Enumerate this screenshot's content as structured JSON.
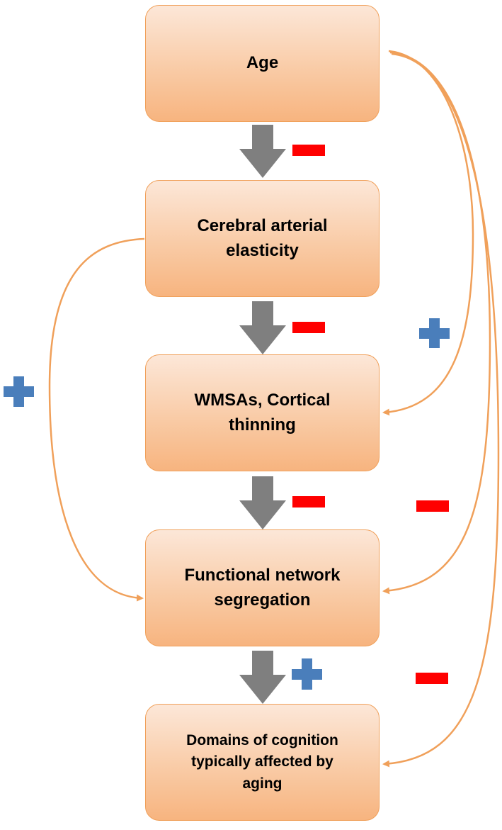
{
  "nodes": [
    {
      "id": "age",
      "label": "Age"
    },
    {
      "id": "elasticity",
      "label": "Cerebral arterial\nelasticity"
    },
    {
      "id": "wmsas",
      "label": "WMSAs, Cortical\nthinning"
    },
    {
      "id": "segregation",
      "label": "Functional network\nsegregation"
    },
    {
      "id": "cognition",
      "label": "Domains of cognition\ntypically affected by\naging"
    }
  ],
  "edges": [
    {
      "from": "age",
      "to": "elasticity",
      "sign": "negative",
      "style": "gray-block-arrow"
    },
    {
      "from": "elasticity",
      "to": "wmsas",
      "sign": "negative",
      "style": "gray-block-arrow"
    },
    {
      "from": "wmsas",
      "to": "segregation",
      "sign": "negative",
      "style": "gray-block-arrow"
    },
    {
      "from": "segregation",
      "to": "cognition",
      "sign": "positive",
      "style": "gray-block-arrow"
    },
    {
      "from": "elasticity",
      "to": "segregation",
      "sign": "positive",
      "style": "orange-curve"
    },
    {
      "from": "age",
      "to": "wmsas",
      "sign": "positive",
      "style": "orange-curve"
    },
    {
      "from": "age",
      "to": "segregation",
      "sign": "negative",
      "style": "orange-curve"
    },
    {
      "from": "age",
      "to": "cognition",
      "sign": "negative",
      "style": "orange-curve"
    }
  ],
  "colors": {
    "box_border": "#F0A05A",
    "box_fill_top": "#FCE7D8",
    "box_fill_bottom": "#F7B47F",
    "block_arrow": "#7F7F7F",
    "curve_arrow": "#F0A05A",
    "negative_sign": "#FF0000",
    "positive_sign": "#4A7EBB"
  }
}
